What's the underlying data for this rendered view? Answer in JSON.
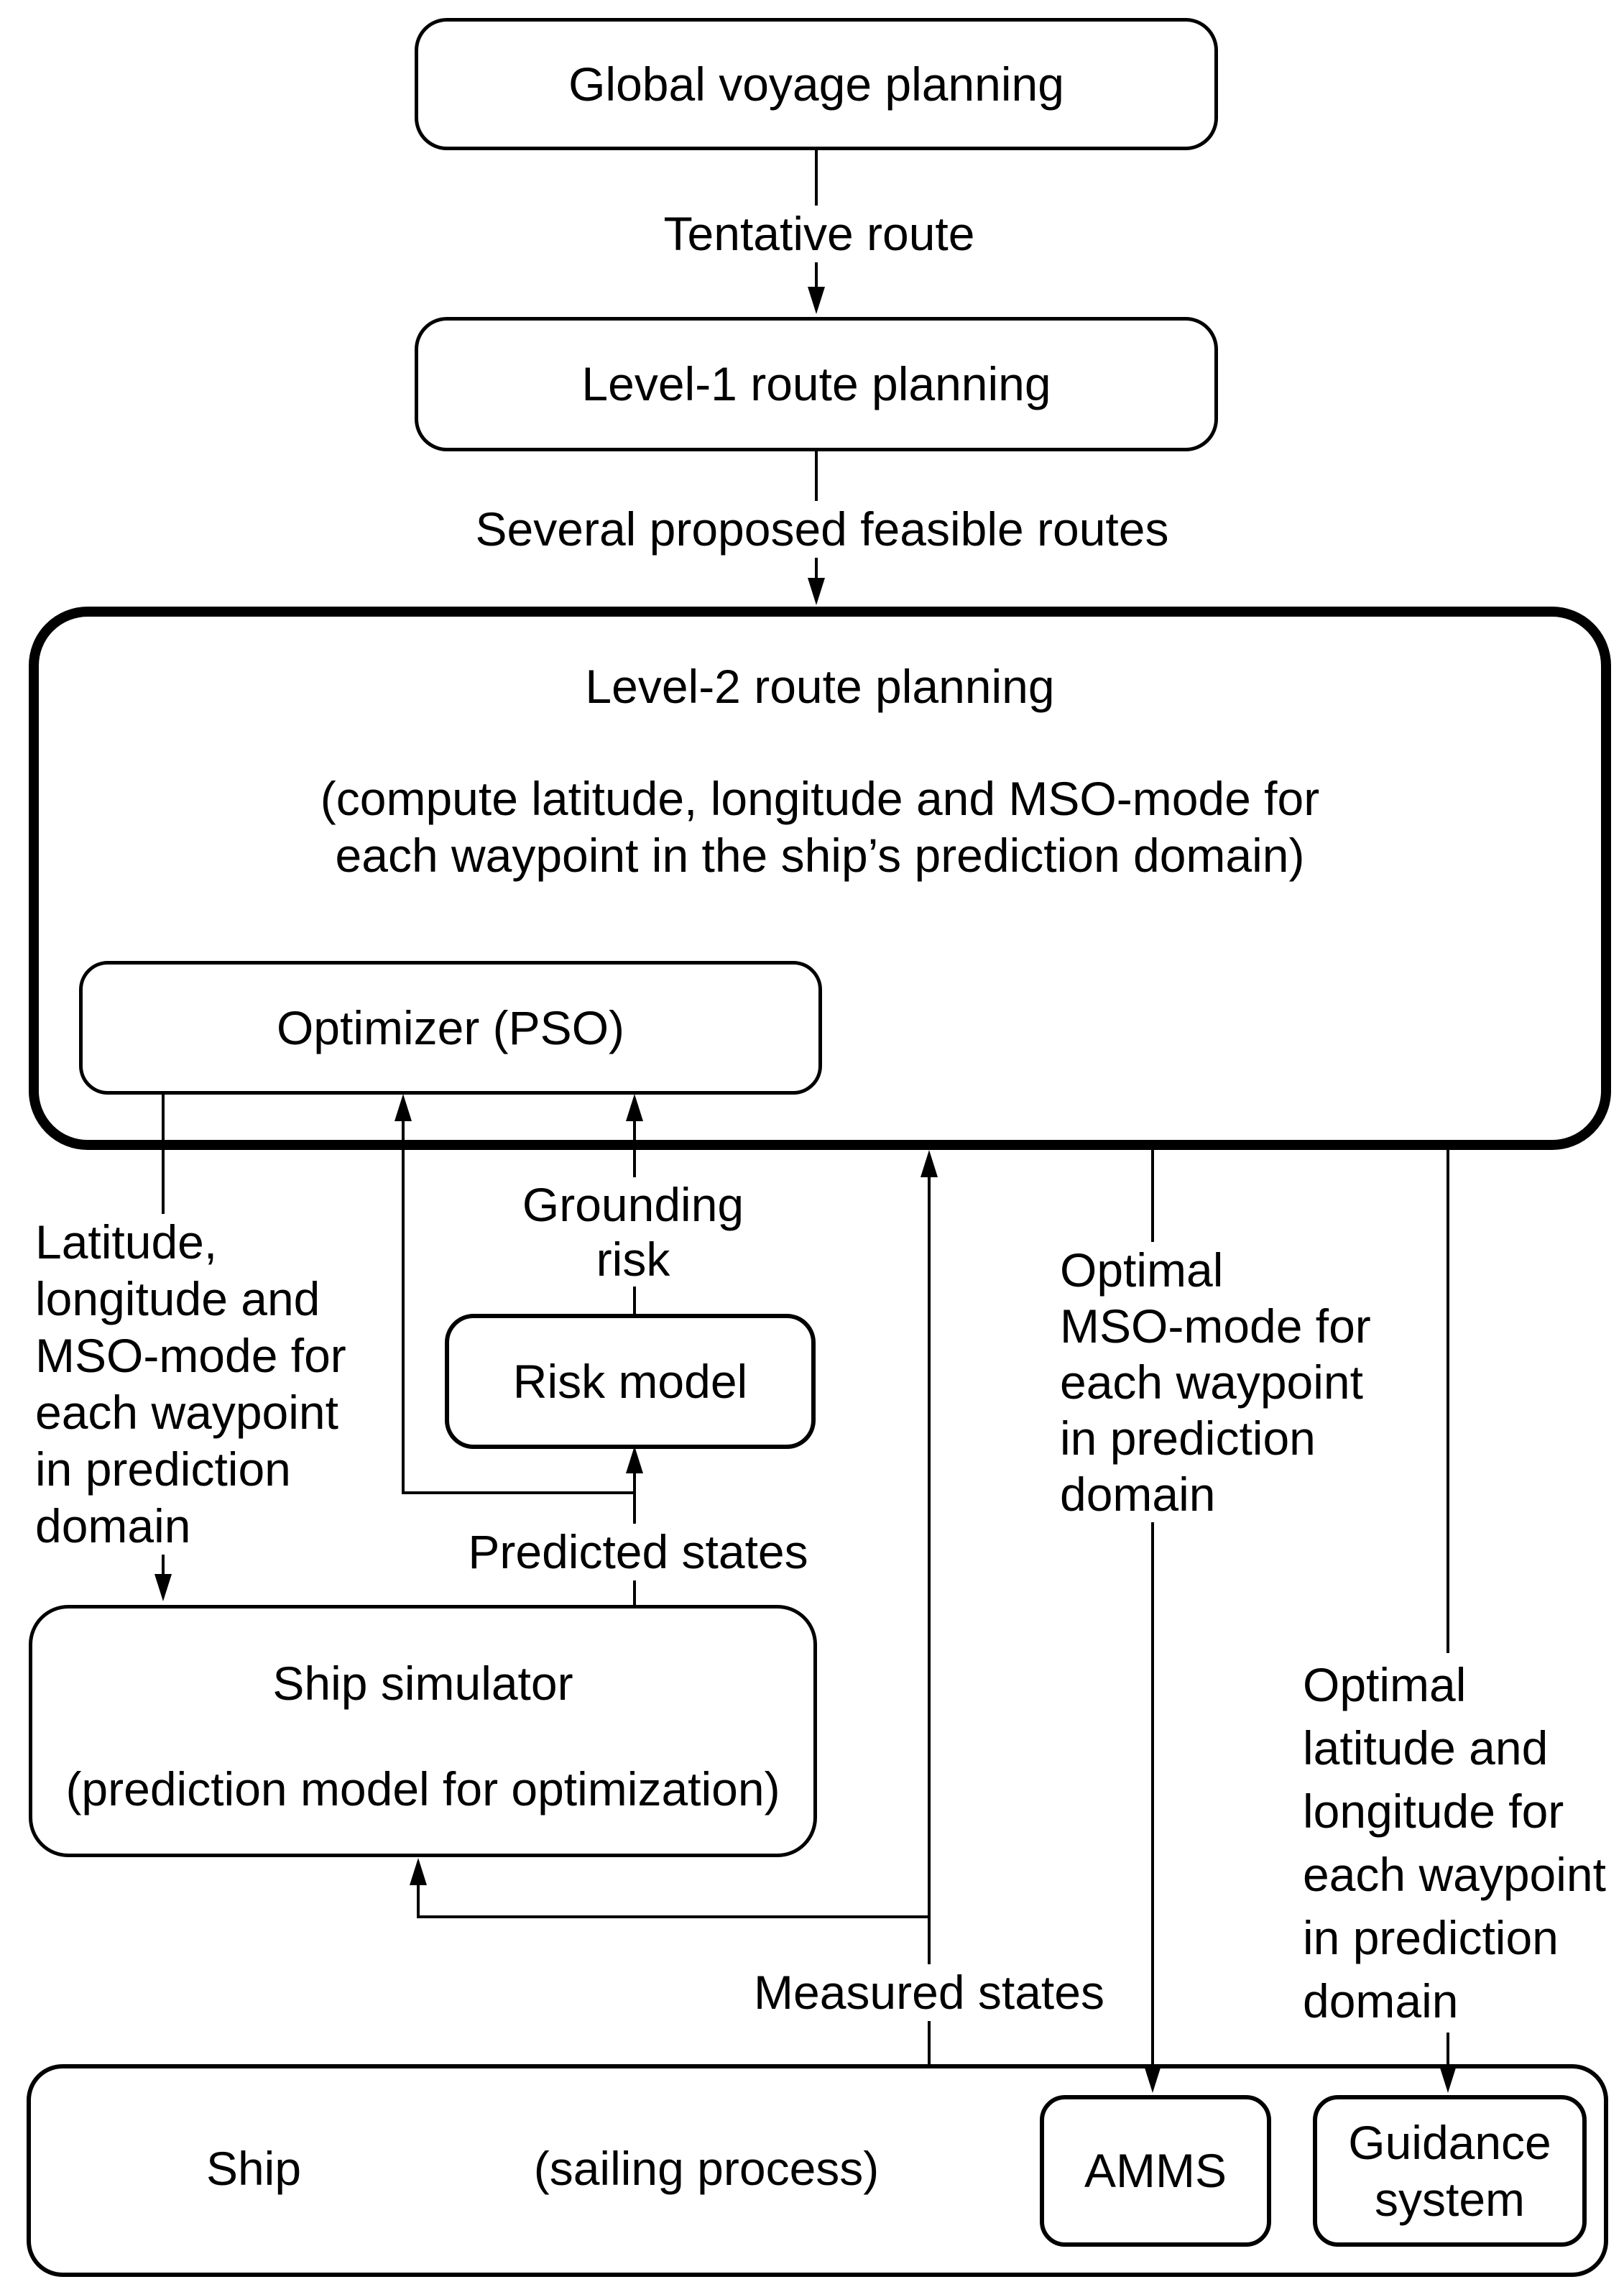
{
  "colors": {
    "background": "#ffffff",
    "ink": "#000000"
  },
  "nodes": {
    "global": {
      "label": "Global voyage planning"
    },
    "level1": {
      "label": "Level-1 route planning"
    },
    "level2": {
      "title": "Level-2 route planning",
      "subtitle": "(compute latitude, longitude and MSO-mode for\neach waypoint in the ship’s prediction domain)"
    },
    "optimizer": {
      "label": "Optimizer (PSO)"
    },
    "risk_model": {
      "label": "Risk model"
    },
    "ship_simulator": {
      "title": "Ship simulator",
      "subtitle": "(prediction model for optimization)"
    },
    "ship": {
      "label": "Ship",
      "sublabel": "(sailing process)"
    },
    "amms": {
      "label": "AMMS"
    },
    "guidance": {
      "label": "Guidance\nsystem"
    }
  },
  "edge_labels": {
    "tentative_route": "Tentative route",
    "several_routes": "Several proposed feasible routes",
    "lat_long_mso": "Latitude,\nlongitude and\nMSO-mode for\neach waypoint\nin prediction\ndomain",
    "grounding_risk": "Grounding\nrisk",
    "predicted_states": "Predicted states",
    "optimal_mso": "Optimal\nMSO-mode for\neach waypoint\nin prediction\ndomain",
    "optimal_lat_long": "Optimal\nlatitude and\nlongitude for\neach waypoint\nin prediction\ndomain",
    "measured_states": "Measured states"
  }
}
